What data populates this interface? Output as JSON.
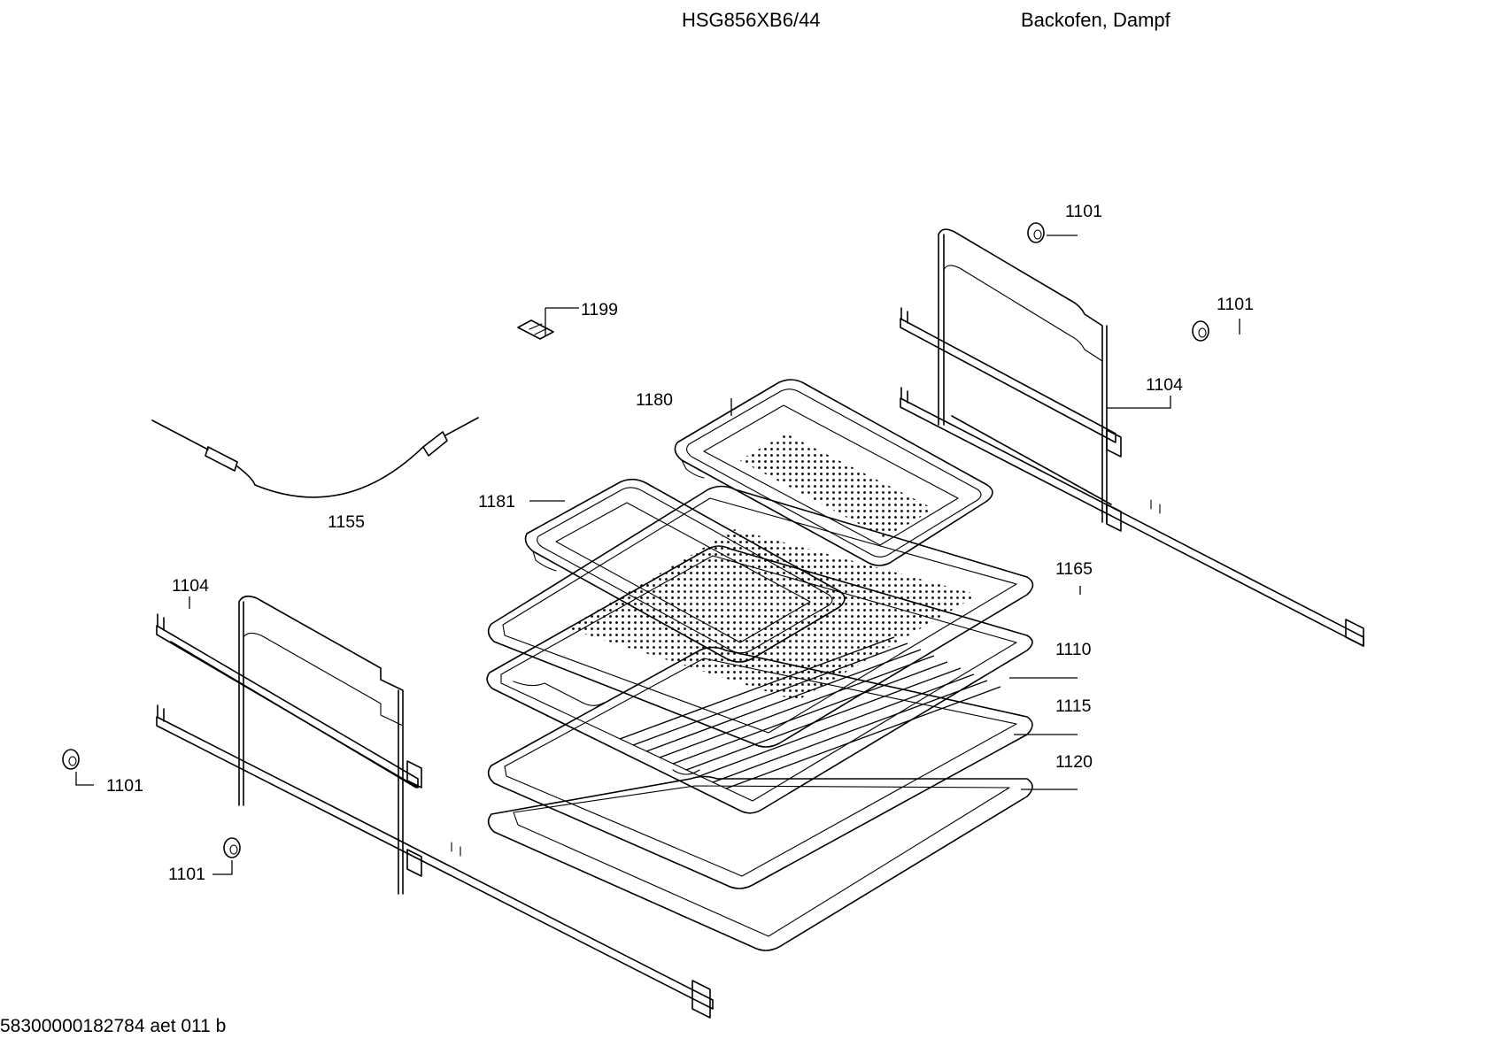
{
  "header": {
    "model": "HSG856XB6/44",
    "category": "Backofen, Dampf"
  },
  "footer": {
    "doc_id": "58300000182784 aet 011 b"
  },
  "parts": [
    {
      "id": "p1101a",
      "label": "1101"
    },
    {
      "id": "p1101b",
      "label": "1101"
    },
    {
      "id": "p1101c",
      "label": "1101"
    },
    {
      "id": "p1101d",
      "label": "1101"
    },
    {
      "id": "p1199",
      "label": "1199"
    },
    {
      "id": "p1180",
      "label": "1180"
    },
    {
      "id": "p1104a",
      "label": "1104"
    },
    {
      "id": "p1104b",
      "label": "1104"
    },
    {
      "id": "p1181",
      "label": "1181"
    },
    {
      "id": "p1155",
      "label": "1155"
    },
    {
      "id": "p1165",
      "label": "1165"
    },
    {
      "id": "p1110",
      "label": "1110"
    },
    {
      "id": "p1115",
      "label": "1115"
    },
    {
      "id": "p1120",
      "label": "1120"
    }
  ]
}
